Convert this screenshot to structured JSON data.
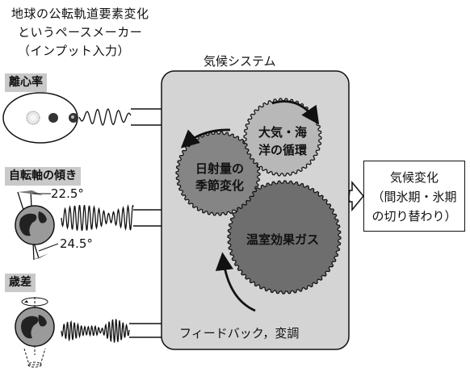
{
  "header": {
    "line1": "地球の公転軌道要素変化",
    "line2": "というペースメーカー",
    "line3": "（インプット入力）"
  },
  "system_title": "気候システム",
  "inputs": [
    {
      "label": "離心率"
    },
    {
      "label": "自転軸の傾き",
      "angle_top": "22.5°",
      "angle_bottom": "24.5°"
    },
    {
      "label": "歳差"
    }
  ],
  "gears": {
    "insolation": {
      "line1": "日射量の",
      "line2": "季節変化"
    },
    "circulation": {
      "line1": "大気・海",
      "line2": "洋の循環"
    },
    "greenhouse": {
      "line1": "温室効果ガス"
    }
  },
  "feedback_label": "フィードバック，変調",
  "output": {
    "line1": "気候変化",
    "line2": "（間氷期・氷期",
    "line3": "の切り替わり）"
  },
  "colors": {
    "system_box": "#d4d4d4",
    "gear_insolation": "#858585",
    "gear_circulation": "#b8b8b8",
    "gear_greenhouse": "#6e6e6e",
    "tag_bg": "#c9c9c9"
  }
}
